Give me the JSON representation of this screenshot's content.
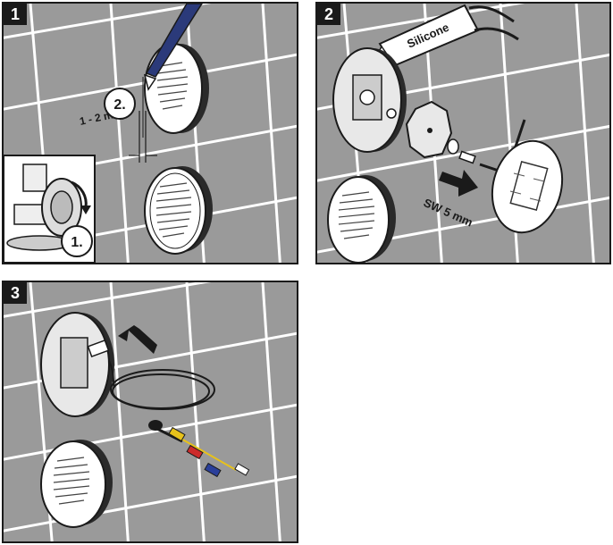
{
  "panels": [
    {
      "step": "1",
      "labels": {
        "gap": "1 - 2 mm",
        "callout_one": "1.",
        "callout_two": "2."
      }
    },
    {
      "step": "2",
      "labels": {
        "tube": "Silicone",
        "wrench": "SW 5 mm"
      }
    },
    {
      "step": "3",
      "labels": {}
    }
  ],
  "colors": {
    "tile": "#9a9a9a",
    "grout": "#ffffff",
    "outline": "#1a1a1a",
    "plate": "#ffffff",
    "wire_yellow": "#e8c21a",
    "wire_red": "#cc2b2b",
    "wire_blue": "#2a3f9a",
    "tool_blue": "#2b3a7a"
  }
}
